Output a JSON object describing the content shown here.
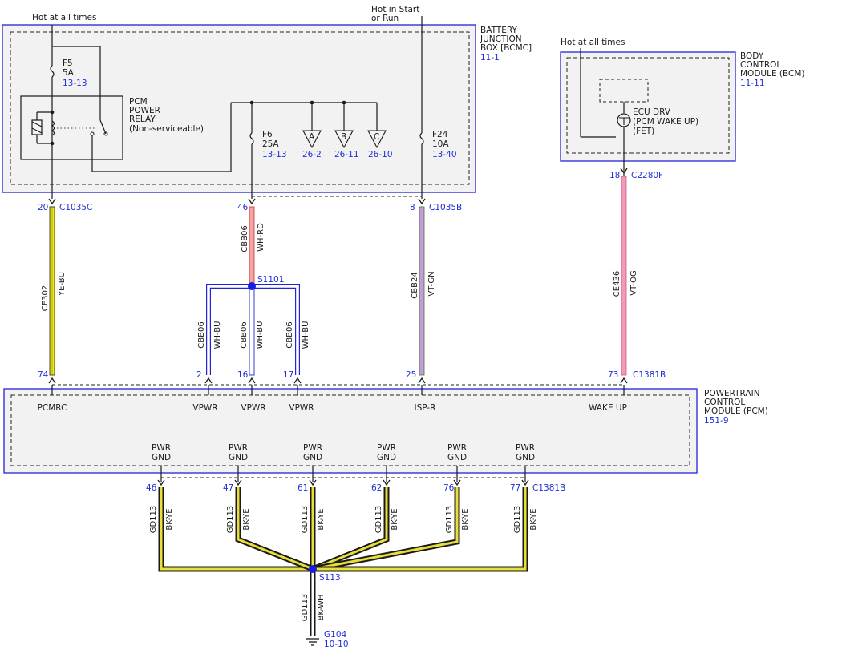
{
  "supply_labels": {
    "hot_at_all_times_1": "Hot at all times",
    "hot_start_run_l1": "Hot in Start",
    "hot_start_run_l2": "or Run",
    "hot_at_all_times_2": "Hot at all times"
  },
  "bjb": {
    "name_lines": [
      "BATTERY",
      "JUNCTION",
      "BOX [BCMC]"
    ],
    "ref": "11-1",
    "relay_lines": [
      "PCM",
      "POWER",
      "RELAY",
      "(Non-serviceable)"
    ],
    "fuses": [
      {
        "name": "F5",
        "rating": "5A",
        "ref": "13-13"
      },
      {
        "name": "F6",
        "rating": "25A",
        "ref": "13-13"
      },
      {
        "name": "F24",
        "rating": "10A",
        "ref": "13-40"
      }
    ],
    "refs": [
      {
        "letter": "A",
        "ref": "26-2"
      },
      {
        "letter": "B",
        "ref": "26-11"
      },
      {
        "letter": "C",
        "ref": "26-10"
      }
    ]
  },
  "bcm": {
    "name_lines": [
      "BODY",
      "CONTROL",
      "MODULE (BCM)"
    ],
    "ref": "11-11",
    "ecu_lines": [
      "ECU DRV",
      "(PCM WAKE UP)",
      "(FET)"
    ]
  },
  "pcm": {
    "name_lines": [
      "POWERTRAIN",
      "CONTROL",
      "MODULE (PCM)"
    ],
    "ref": "151-9",
    "top_pins": [
      "PCMRC",
      "VPWR",
      "VPWR",
      "VPWR",
      "ISP-R",
      "WAKE UP"
    ],
    "gnd_label_l1": "PWR",
    "gnd_label_l2": "GND"
  },
  "connectors": {
    "c1": {
      "pin": "20",
      "name": "C1035C"
    },
    "c2": {
      "pin": "46"
    },
    "c3": {
      "pin": "8",
      "name": "C1035B"
    },
    "c4": {
      "pin": "18",
      "name": "C2280F"
    },
    "b1": {
      "pin": "74"
    },
    "b2": {
      "pin": "2"
    },
    "b3": {
      "pin": "16"
    },
    "b4": {
      "pin": "17"
    },
    "b5": {
      "pin": "25"
    },
    "b6": {
      "pin": "73",
      "name": "C1381B"
    },
    "g_pins": [
      "46",
      "47",
      "61",
      "62",
      "76",
      "77"
    ],
    "g_name": "C1381B"
  },
  "wires": {
    "w1": {
      "circuit": "CE302",
      "color": "YE-BU"
    },
    "w2": {
      "circuit": "CBB06",
      "color": "WH-RD"
    },
    "w3": {
      "circuit": "CBB24",
      "color": "VT-GN"
    },
    "w4": {
      "circuit": "CE436",
      "color": "VT-OG"
    },
    "v1": {
      "circuit": "CBB06",
      "color": "WH-BU"
    },
    "v2": {
      "circuit": "CBB06",
      "color": "WH-BU"
    },
    "v3": {
      "circuit": "CBB06",
      "color": "WH-BU"
    },
    "gnd": {
      "circuit": "GD113",
      "color": "BK-YE"
    },
    "gnd_main": {
      "circuit": "GD113",
      "color": "BK-WH"
    }
  },
  "splices": {
    "s1101": "S1101",
    "s113": "S113"
  },
  "ground": {
    "name": "G104",
    "ref": "10-10"
  },
  "colors": {
    "module_border": "#2323d8",
    "dashed": "#222222",
    "module_fill": "#f2f2f2",
    "ref_blue": "#1f2fd6",
    "splice": "#1a1ae6",
    "ye_bu_core": "#f0ea1a",
    "wh_rd_core": "#f2a6a6",
    "vt_gn_core": "#c79ad8",
    "vt_og_core": "#f29bb8",
    "wh_bu_core": "#ffffff",
    "wh_bu_edge": "#2323d8",
    "bk_ye_core": "#e8df3a",
    "bk_wh_core": "#ffffff"
  }
}
